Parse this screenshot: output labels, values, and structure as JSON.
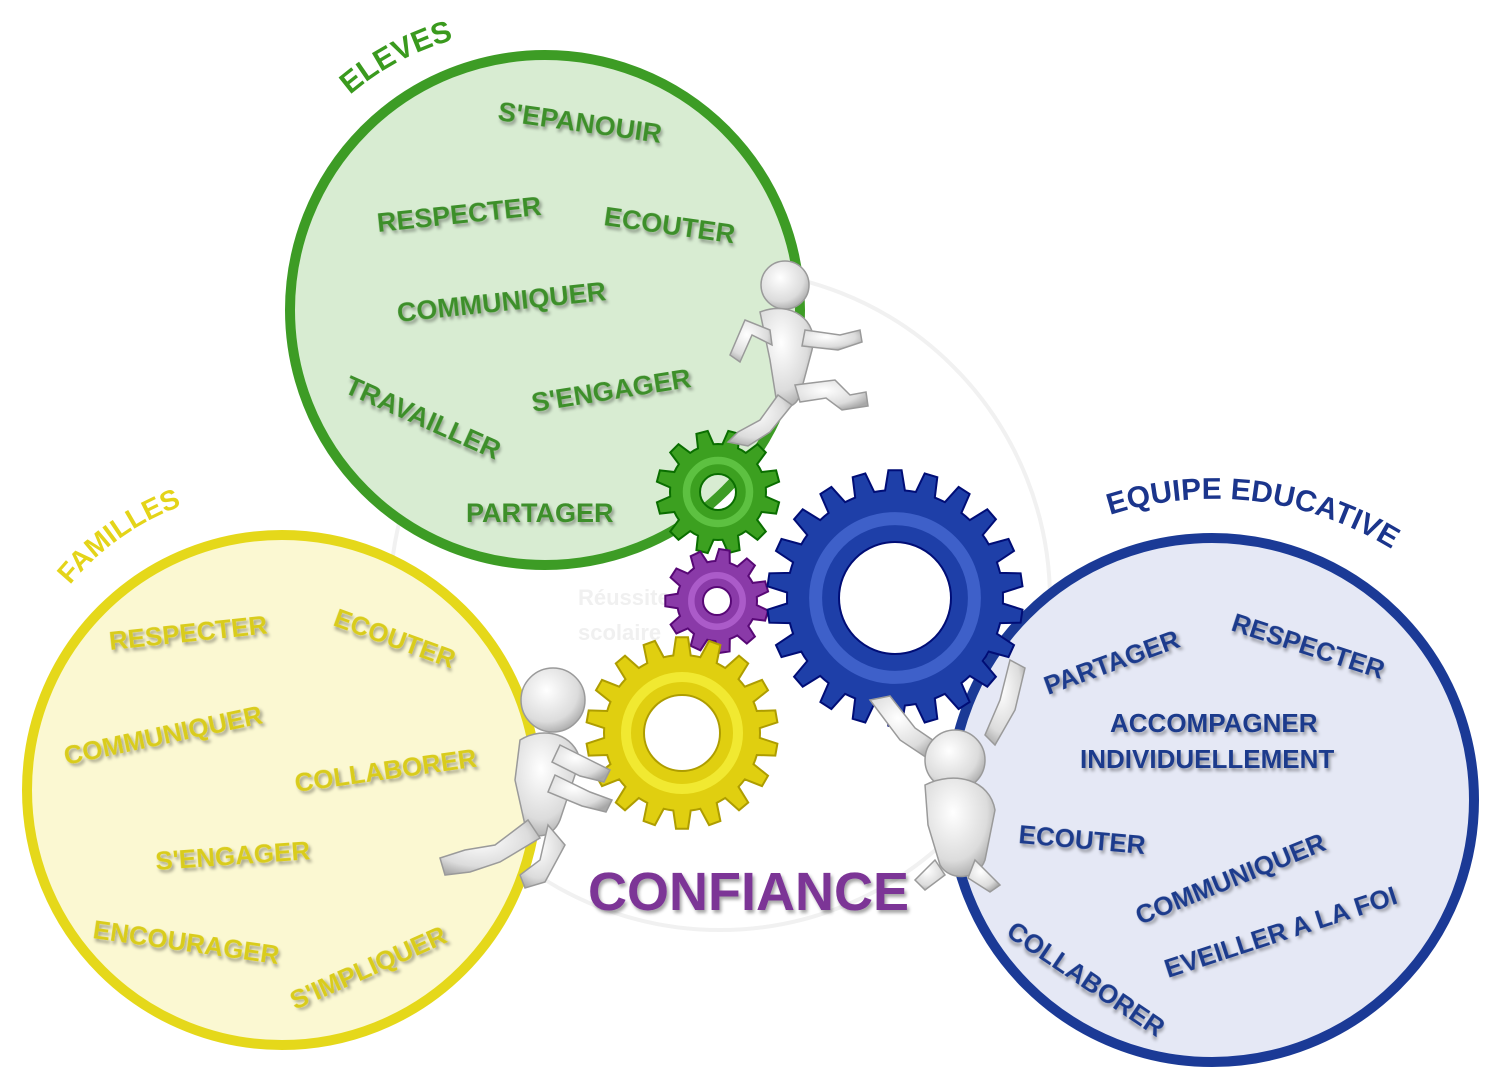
{
  "circles": {
    "eleves": {
      "title": "ELEVES",
      "color": "#3a9a1e",
      "words": [
        "S'EPANOUIR",
        "RESPECTER",
        "ECOUTER",
        "COMMUNIQUER",
        "S'ENGAGER",
        "TRAVAILLER",
        "PARTAGER"
      ]
    },
    "familles": {
      "title": "FAMILLES",
      "color": "#e4d419",
      "words": [
        "RESPECTER",
        "ECOUTER",
        "COMMUNIQUER",
        "COLLABORER",
        "S'ENGAGER",
        "ENCOURAGER",
        "S'IMPLIQUER"
      ]
    },
    "equipe": {
      "title": "EQUIPE EDUCATIVE",
      "color": "#1b358c",
      "words": [
        "PARTAGER",
        "RESPECTER",
        "ACCOMPAGNER",
        "INDIVIDUELLEMENT",
        "ECOUTER",
        "COMMUNIQUER",
        "COLLABORER",
        "EVEILLER A LA FOI"
      ]
    }
  },
  "center": {
    "label": "CONFIANCE",
    "color": "#7b3496"
  },
  "watermark": {
    "line1": "Réussite",
    "line2": "scolaire"
  },
  "gears": [
    {
      "name": "green-gear",
      "color": "#3ca020"
    },
    {
      "name": "purple-gear",
      "color": "#8a3aa8"
    },
    {
      "name": "blue-gear",
      "color": "#1e3fa8"
    },
    {
      "name": "yellow-gear",
      "color": "#e0cf10"
    }
  ],
  "figures": [
    "climbing-figure",
    "pushing-figure",
    "lifting-figure"
  ]
}
